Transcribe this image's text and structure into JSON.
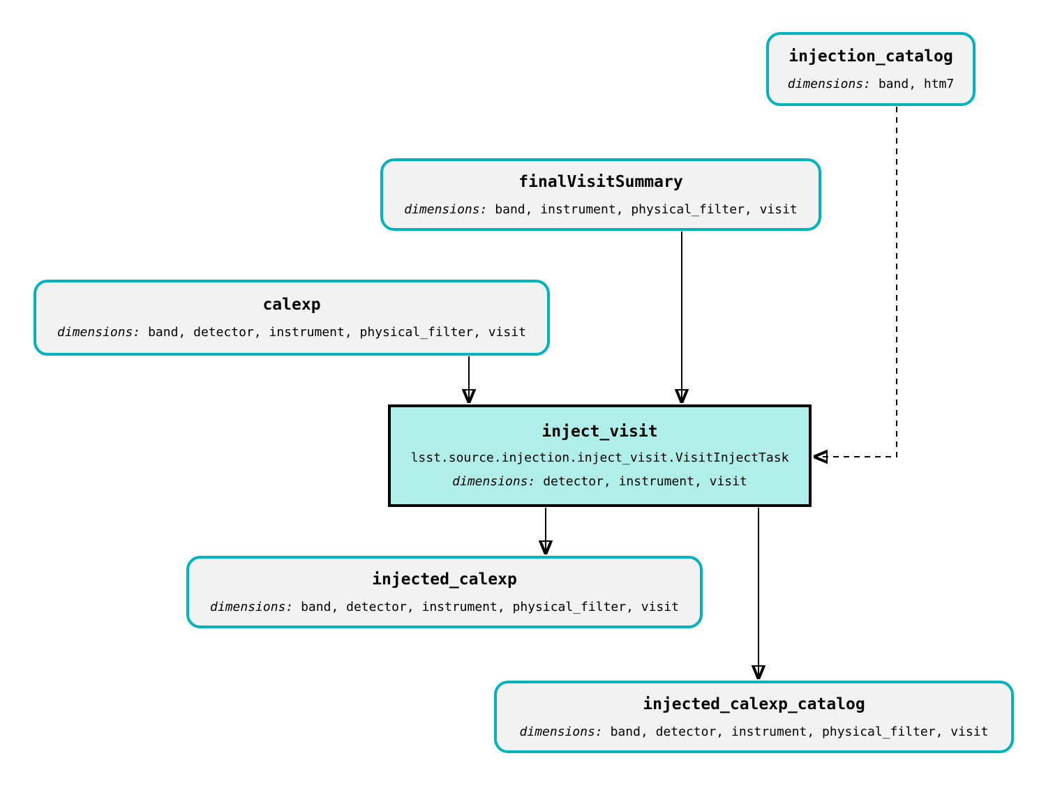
{
  "colors": {
    "background": "#ffffff",
    "dataset_border": "#00b3bc",
    "dataset_fill": "#f2f2f2",
    "task_border": "#000000",
    "task_fill": "#b0eeea",
    "edge": "#000000",
    "text": "#000000"
  },
  "nodes": {
    "injection_catalog": {
      "title": "injection_catalog",
      "dimensions_label": "dimensions:",
      "dimensions": "band, htm7"
    },
    "finalVisitSummary": {
      "title": "finalVisitSummary",
      "dimensions_label": "dimensions:",
      "dimensions": "band, instrument, physical_filter, visit"
    },
    "calexp": {
      "title": "calexp",
      "dimensions_label": "dimensions:",
      "dimensions": "band, detector, instrument, physical_filter, visit"
    },
    "inject_visit": {
      "title": "inject_visit",
      "task_class": "lsst.source.injection.inject_visit.VisitInjectTask",
      "dimensions_label": "dimensions:",
      "dimensions": "detector, instrument, visit"
    },
    "injected_calexp": {
      "title": "injected_calexp",
      "dimensions_label": "dimensions:",
      "dimensions": "band, detector, instrument, physical_filter, visit"
    },
    "injected_calexp_catalog": {
      "title": "injected_calexp_catalog",
      "dimensions_label": "dimensions:",
      "dimensions": "band, detector, instrument, physical_filter, visit"
    }
  },
  "edges": [
    {
      "from": "calexp",
      "to": "inject_visit",
      "style": "solid"
    },
    {
      "from": "finalVisitSummary",
      "to": "inject_visit",
      "style": "solid"
    },
    {
      "from": "injection_catalog",
      "to": "inject_visit",
      "style": "dashed"
    },
    {
      "from": "inject_visit",
      "to": "injected_calexp",
      "style": "solid"
    },
    {
      "from": "inject_visit",
      "to": "injected_calexp_catalog",
      "style": "solid"
    }
  ]
}
